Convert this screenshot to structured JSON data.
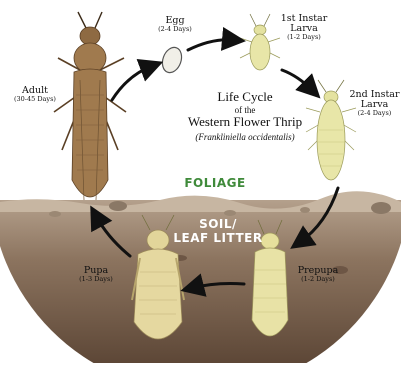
{
  "title": {
    "line1": "Life Cycle",
    "line2": "of the",
    "line3": "Western Flower Thrip",
    "scientific": "(Frankliniella occidentalis)"
  },
  "zones": {
    "foliage": "FOLIAGE",
    "soil_line1": "SOIL/",
    "soil_line2": "LEAF LITTER"
  },
  "stages": {
    "egg": {
      "name": "Egg",
      "days": "(2-4 Days)"
    },
    "first_instar": {
      "name_line1": "1st Instar",
      "name_line2": "Larva",
      "days": "(1-2 Days)"
    },
    "second_instar": {
      "name_line1": "2nd Instar",
      "name_line2": "Larva",
      "days": "(2-4 Days)"
    },
    "prepupa": {
      "name": "Prepupa",
      "days": "(1-2 Days)"
    },
    "pupa": {
      "name": "Pupa",
      "days": "(1-3 Days)"
    },
    "adult": {
      "name": "Adult",
      "days": "(30-45 Days)"
    }
  },
  "colors": {
    "soil_top": "#a08c78",
    "soil_bottom": "#5f4a3a",
    "foliage_text": "#3f8a3a",
    "arrow": "#111111",
    "larva": "#e8e6a8",
    "adult": "#a07a4e"
  }
}
